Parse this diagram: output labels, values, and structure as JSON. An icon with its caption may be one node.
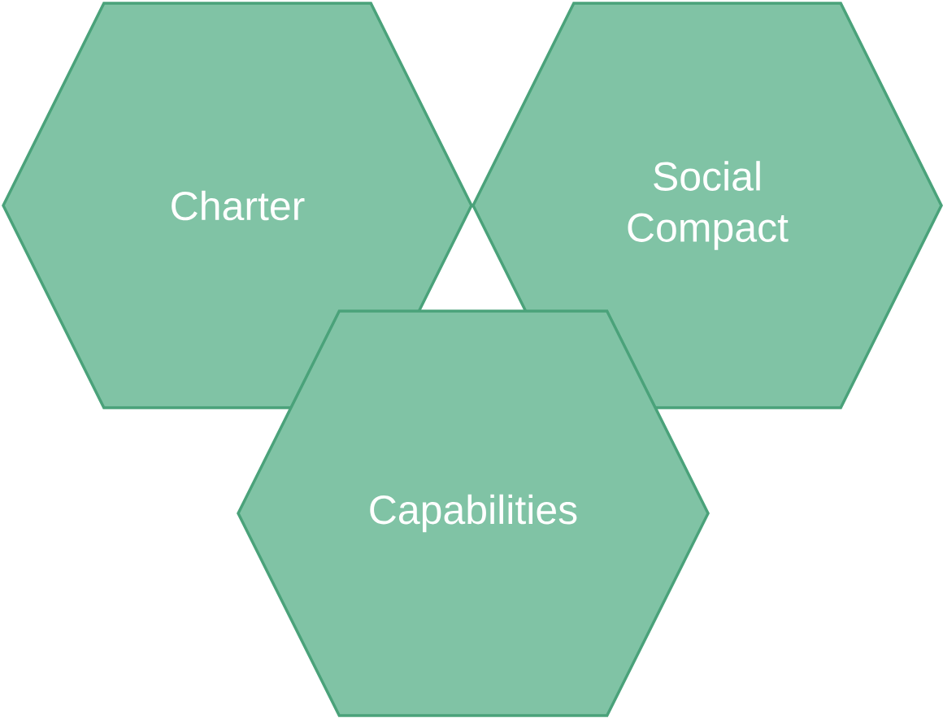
{
  "diagram": {
    "nodes": [
      {
        "text": [
          "Charter"
        ]
      },
      {
        "text": [
          "Social Compact"
        ]
      },
      {
        "text": [
          "Capabilities"
        ]
      }
    ]
  }
}
